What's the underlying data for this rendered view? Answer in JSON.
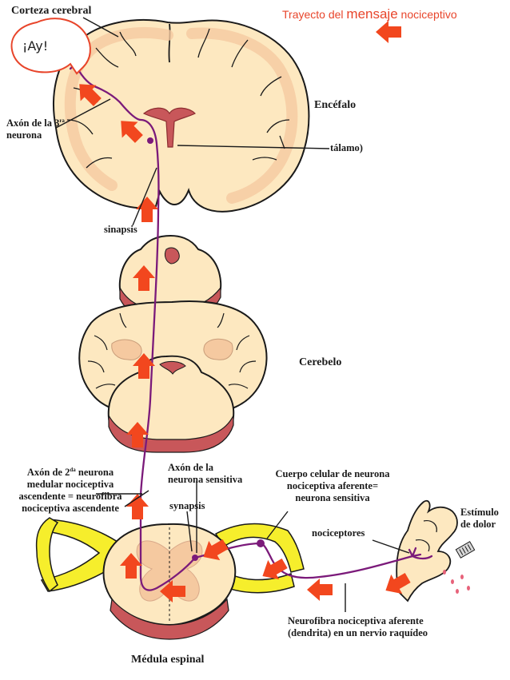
{
  "title": {
    "part1": "Trayecto del ",
    "part2": "mensaje",
    "part3": " nociceptivo"
  },
  "bubble": "¡Ay!",
  "labels": {
    "corteza": "Corteza cerebral",
    "encefalo": "Encéfalo",
    "axon3_line1": "Axón de la 3",
    "axon3_sup": "ra",
    "axon3_line2": "neurona",
    "talamo": "tálamo)",
    "sinapsis": "sinapsis",
    "cerebelo": "Cerebelo",
    "axon2_line1a": "Axón de 2",
    "axon2_sup": "da",
    "axon2_line1b": " neurona",
    "axon2_line2": "medular nociceptiva",
    "axon2_line3": "ascendente = neurofibra",
    "axon2_line4": "nociceptiva ascendente",
    "axon_sens_line1": "Axón de la",
    "axon_sens_line2": "neurona sensitiva",
    "synapsis": "synapsis",
    "cuerpo_line1": "Cuerpo celular de neurona",
    "cuerpo_line2": "nociceptiva aferente=",
    "cuerpo_line3": "neurona sensitiva",
    "nociceptores": "nociceptores",
    "estimulo_line1": "Estímulo",
    "estimulo_line2": "de dolor",
    "neurofibra_line1": "Neurofibra nociceptiva aferente",
    "neurofibra_line2": "(dendrita) en un nervio raquídeo",
    "medula": "Médula espinal"
  },
  "colors": {
    "tissue": "#fde8c0",
    "tissue_outline": "#1a1a1a",
    "gray_matter": "#f5c9a0",
    "red_band": "#c8575a",
    "nerve_yellow": "#f6ee2c",
    "pathway": "#7b1a7a",
    "arrow": "#f2471e",
    "title": "#e8452b"
  }
}
